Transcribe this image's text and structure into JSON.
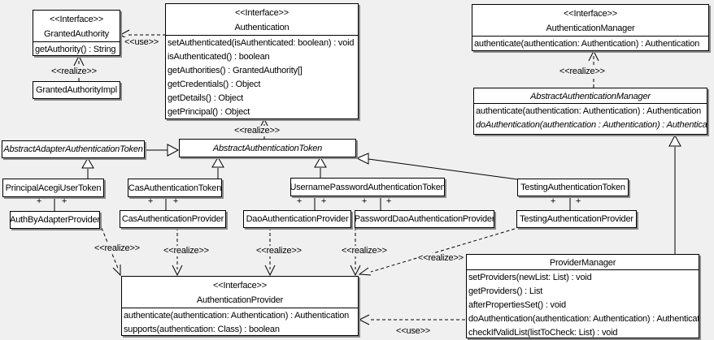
{
  "diagram": {
    "type": "uml-class-diagram",
    "colors": {
      "background": "#f0f0f0",
      "box_fill": "#ffffff",
      "line": "#000000",
      "shadow": "#8c8c8c"
    },
    "labels": {
      "use_granted_authority": "<<use>>",
      "realize_granted_authority_impl": "<<realize>>",
      "realize_abstract_token": "<<realize>>",
      "realize_abstract_manager": "<<realize>>",
      "realize_auth_by_adapter": "<<realize>>",
      "realize_cas_provider": "<<realize>>",
      "realize_dao_provider": "<<realize>>",
      "realize_password_dao_provider": "<<realize>>",
      "realize_testing_provider": "<<realize>>",
      "use_provider_manager": "<<use>>",
      "association_end": "+"
    },
    "classes": {
      "granted_authority": {
        "stereotype": "<<Interface>>",
        "name": "GrantedAuthority",
        "methods": [
          "getAuthority() : String"
        ]
      },
      "granted_authority_impl": {
        "name": "GrantedAuthorityImpl"
      },
      "authentication": {
        "stereotype": "<<Interface>>",
        "name": "Authentication",
        "methods": [
          "setAuthenticated(isAuthenticated: boolean) : void",
          "isAuthenticated() : boolean",
          "getAuthorities() : GrantedAuthority[]",
          "getCredentials() : Object",
          "getDetails() : Object",
          "getPrincipal() : Object"
        ]
      },
      "authentication_manager": {
        "stereotype": "<<Interface>>",
        "name": "AuthenticationManager",
        "methods": [
          "authenticate(authentication: Authentication) : Authentication"
        ]
      },
      "abstract_authentication_manager": {
        "name": "AbstractAuthenticationManager",
        "methods": [
          "authenticate(authentication: Authentication) : Authentication",
          "doAuthentication(authentication : Authentication) : Authentication"
        ]
      },
      "abstract_adapter_authentication_token": {
        "name": "AbstractAdapterAuthenticationToken"
      },
      "abstract_authentication_token": {
        "name": "AbstractAuthenticationToken"
      },
      "principal_acegi_user_token": {
        "name": "PrincipalAcegiUserToken"
      },
      "cas_authentication_token": {
        "name": "CasAuthenticationToken"
      },
      "username_password_authentication_token": {
        "name": "UsernamePasswordAuthenticationToken"
      },
      "testing_authentication_token": {
        "name": "TestingAuthenticationToken"
      },
      "auth_by_adapter_provider": {
        "name": "AuthByAdapterProvider"
      },
      "cas_authentication_provider": {
        "name": "CasAuthenticationProvider"
      },
      "dao_authentication_provider": {
        "name": "DaoAuthenticationProvider"
      },
      "password_dao_authentication_provider": {
        "name": "PasswordDaoAuthenticationProvider"
      },
      "testing_authentication_provider": {
        "name": "TestingAuthenticationProvider"
      },
      "authentication_provider": {
        "stereotype": "<<Interface>>",
        "name": "AuthenticationProvider",
        "methods": [
          "authenticate(authentication: Authentication) : Authentication",
          "supports(authentication: Class) : boolean"
        ]
      },
      "provider_manager": {
        "name": "ProviderManager",
        "methods": [
          "setProviders(newList: List) : void",
          "getProviders() : List",
          "afterPropertiesSet() : void",
          "doAuthentication(authentication: Authentication) : Authentication",
          "checkIfValidList(listToCheck: List) : void"
        ]
      }
    }
  }
}
